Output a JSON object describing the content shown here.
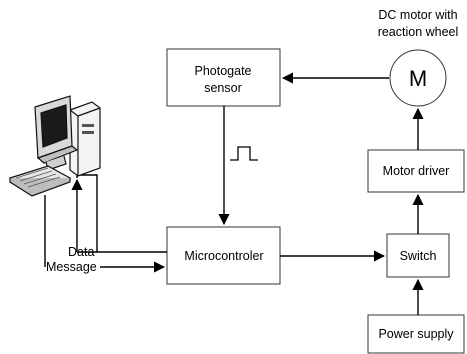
{
  "motor": {
    "caption_line1": "DC motor with",
    "caption_line2": "reaction wheel",
    "symbol": "M"
  },
  "blocks": {
    "photogate_line1": "Photogate",
    "photogate_line2": "sensor",
    "microcontroller": "Microcontroler",
    "motor_driver": "Motor driver",
    "switch": "Switch",
    "power_supply": "Power supply"
  },
  "links": {
    "data": "Data",
    "message": "Message"
  },
  "icons": {
    "computer": "desktop-computer-icon",
    "pulse": "square-pulse-icon"
  }
}
